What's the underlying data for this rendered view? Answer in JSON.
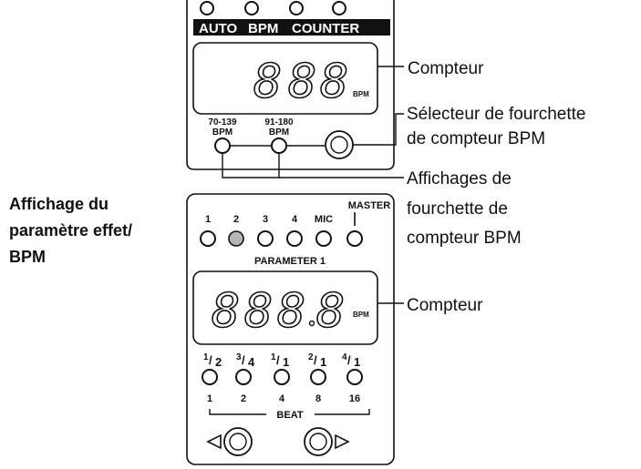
{
  "top_panel": {
    "mode_labels": [
      "AUTO",
      "BPM",
      "COUNTER"
    ],
    "display_digits": [
      "8",
      "8",
      "8"
    ],
    "display_unit": "BPM",
    "range_1": {
      "line1": "70-139",
      "line2": "BPM"
    },
    "range_2": {
      "line1": "91-180",
      "line2": "BPM"
    }
  },
  "bottom_panel": {
    "channel_labels": [
      "1",
      "2",
      "3",
      "4",
      "MIC",
      "MASTER"
    ],
    "selected_channel": "2",
    "parameter_label": "PARAMETER 1",
    "display_digits": [
      "8",
      "8",
      "8",
      "8"
    ],
    "display_unit": "BPM",
    "beat_fractions": [
      {
        "num": "1",
        "den": "2"
      },
      {
        "num": "3",
        "den": "4"
      },
      {
        "num": "1",
        "den": "1"
      },
      {
        "num": "2",
        "den": "1"
      },
      {
        "num": "4",
        "den": "1"
      }
    ],
    "beat_values": [
      "1",
      "2",
      "4",
      "8",
      "16"
    ],
    "beat_label": "BEAT"
  },
  "callouts": {
    "counter_top": "Compteur",
    "range_selector_line1": "Sélecteur de fourchette",
    "range_selector_line2": "de compteur BPM",
    "range_display_line1": "Affichages de",
    "range_display_line2": "fourchette de",
    "range_display_line3": "compteur BPM",
    "counter_bottom": "Compteur",
    "section_title_line1": "Affichage du",
    "section_title_line2": "paramètre effet/",
    "section_title_line3": "BPM"
  },
  "colors": {
    "ink": "#111111",
    "selected_led": "#b5b5b5",
    "background": "#ffffff"
  }
}
